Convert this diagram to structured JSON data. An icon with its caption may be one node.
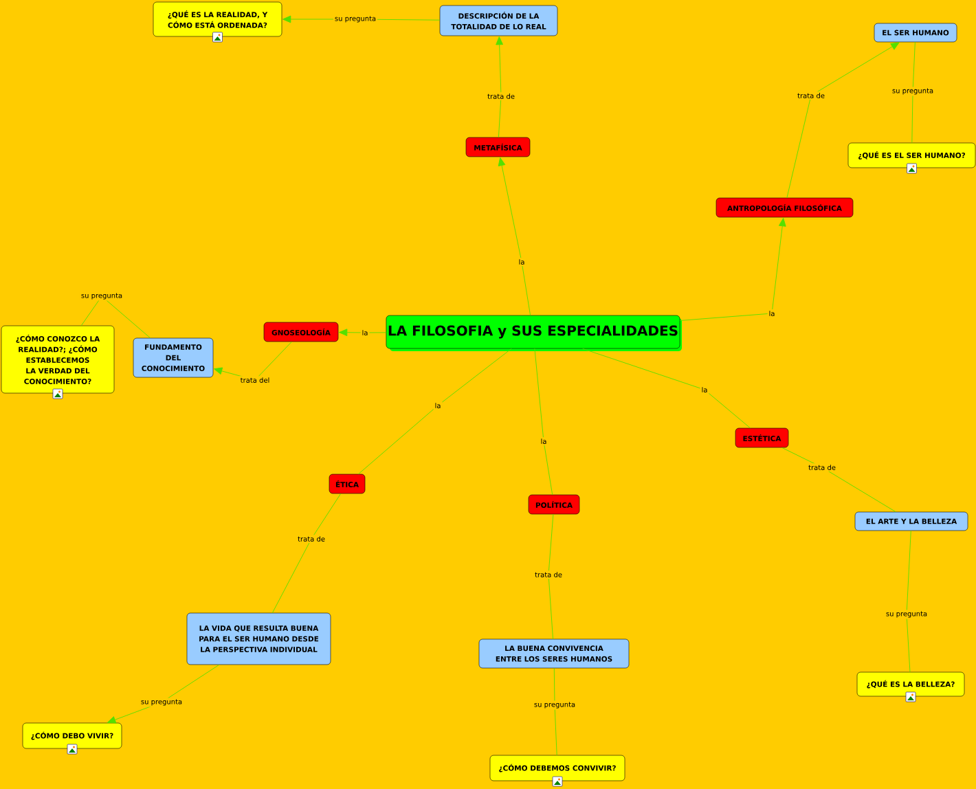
{
  "diagram": {
    "nodes": [
      {
        "text": [
          "LA FILOSOFIA y SUS ESPECIALIDADES"
        ]
      },
      {
        "text": [
          "METAFÍSICA"
        ]
      },
      {
        "text": [
          "DESCRIPCIÓN DE LA TOTALIDAD DE LO REAL"
        ]
      },
      {
        "text": [
          "¿QUÉ ES LA REALIDAD, Y CÓMO ESTÁ ORDENADA?"
        ]
      },
      {
        "text": [
          "ANTROPOLOGÍA FILOSÓFICA"
        ]
      },
      {
        "text": [
          "EL SER HUMANO"
        ]
      },
      {
        "text": [
          "¿QUÉ ES EL SER HUMANO?"
        ]
      },
      {
        "text": [
          "GNOSEOLOGÍA"
        ]
      },
      {
        "text": [
          "FUNDAMENTO DEL CONOCIMIENTO"
        ]
      },
      {
        "text": [
          "¿CÓMO CONOZCO LA REALIDAD?; ¿CÓMO ESTABLECEMOS LA VERDAD DEL CONOCIMIENTO?"
        ]
      },
      {
        "text": [
          "ÉTICA"
        ]
      },
      {
        "text": [
          "LA VIDA QUE RESULTA BUENA PARA EL SER HUMANO DESDE LA PERSPECTIVA INDIVIDUAL"
        ]
      },
      {
        "text": [
          "¿CÓMO DEBO VIVIR?"
        ]
      },
      {
        "text": [
          "POLÍTICA"
        ]
      },
      {
        "text": [
          "LA BUENA CONVIVENCIA ENTRE LOS SERES HUMANOS"
        ]
      },
      {
        "text": [
          "¿CÓMO DEBEMOS CONVIVIR?"
        ]
      },
      {
        "text": [
          "ESTÉTICA"
        ]
      },
      {
        "text": [
          "EL ARTE Y LA BELLEZA"
        ]
      },
      {
        "text": [
          "¿QUÉ ES LA BELLEZA?"
        ]
      }
    ],
    "edges": [
      {
        "from": 0,
        "to": 1,
        "arrow": "to",
        "label": "la"
      },
      {
        "from": 1,
        "to": 2,
        "arrow": "to",
        "label": "trata de"
      },
      {
        "from": 2,
        "to": 3,
        "arrow": "to",
        "label": "su pregunta"
      },
      {
        "from": 0,
        "to": 4,
        "arrow": "to",
        "label": "la"
      },
      {
        "from": 4,
        "to": 5,
        "arrow": "to",
        "label": "trata de"
      },
      {
        "from": 5,
        "to": 6,
        "arrow": "none",
        "label": "su pregunta"
      },
      {
        "from": 0,
        "to": 7,
        "arrow": "to",
        "label": "la"
      },
      {
        "from": 7,
        "to": 8,
        "arrow": "to",
        "label": "trata del"
      },
      {
        "from": 8,
        "to": 9,
        "arrow": "none",
        "label": "su pregunta"
      },
      {
        "from": 0,
        "to": 10,
        "arrow": "none",
        "label": "la"
      },
      {
        "from": 10,
        "to": 11,
        "arrow": "none",
        "label": "trata de"
      },
      {
        "from": 11,
        "to": 12,
        "arrow": "to",
        "label": "su pregunta"
      },
      {
        "from": 0,
        "to": 13,
        "arrow": "none",
        "label": "la"
      },
      {
        "from": 13,
        "to": 14,
        "arrow": "none",
        "label": "trata de"
      },
      {
        "from": 14,
        "to": 15,
        "arrow": "none",
        "label": "su pregunta"
      },
      {
        "from": 0,
        "to": 16,
        "arrow": "none",
        "label": "la"
      },
      {
        "from": 16,
        "to": 17,
        "arrow": "none",
        "label": "trata de"
      },
      {
        "from": 17,
        "to": 18,
        "arrow": "none",
        "label": "su pregunta"
      }
    ]
  }
}
